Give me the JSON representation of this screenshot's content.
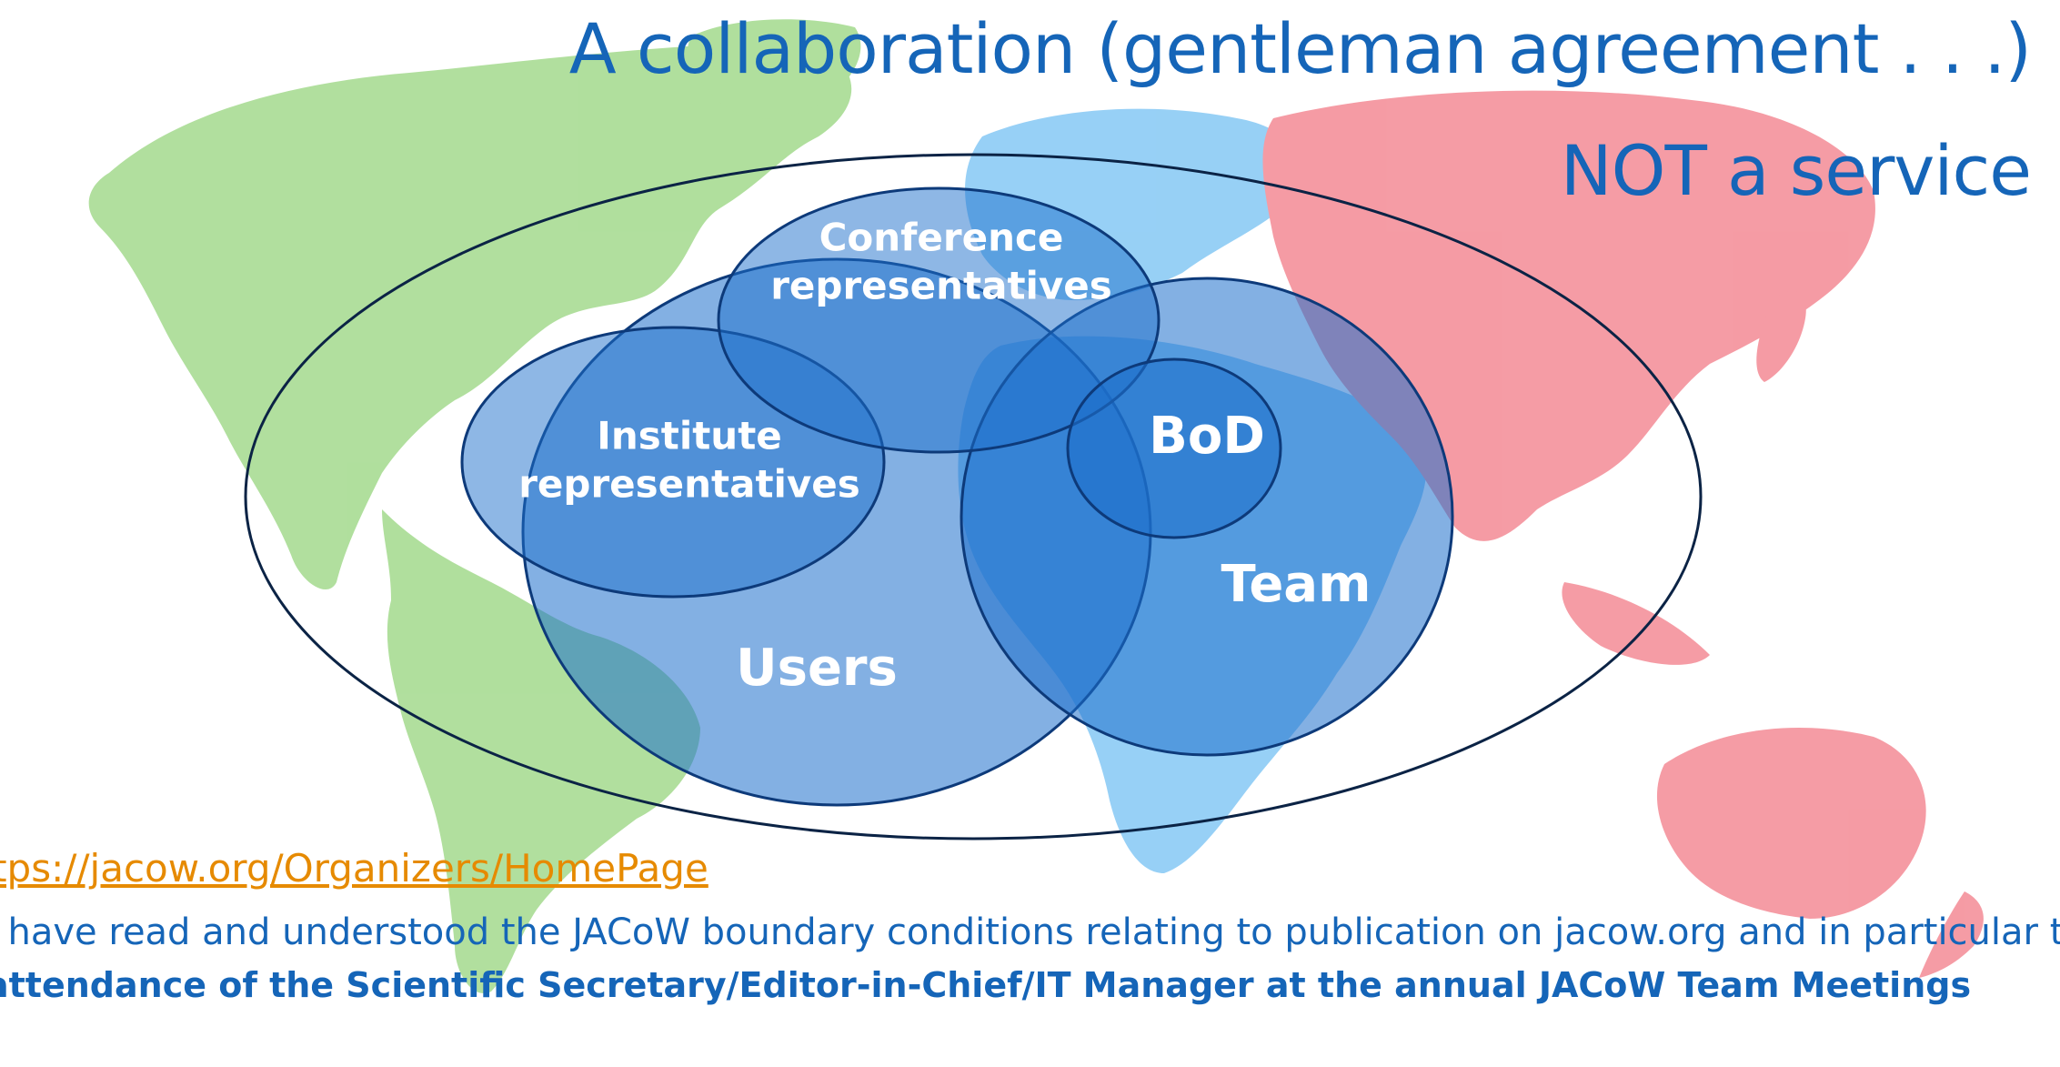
{
  "title": "A collaboration (gentleman agreement . . .)",
  "subtitle": "NOT a service",
  "diagram": {
    "groups": [
      {
        "id": "conference",
        "label": "Conference\nrepresentatives"
      },
      {
        "id": "institute",
        "label": "Institute\nrepresentatives"
      },
      {
        "id": "bod",
        "label": "BoD"
      },
      {
        "id": "team",
        "label": "Team"
      },
      {
        "id": "users",
        "label": "Users"
      }
    ]
  },
  "footer": {
    "link_text": "https://jacow.org/Organizers/HomePage",
    "line1": "I have read and understood the JACoW boundary conditions relating to publication on jacow.org and in particular the",
    "line2": "attendance of the Scientific Secretary/Editor-in-Chief/IT Manager at the annual JACoW Team Meetings"
  },
  "colors": {
    "title_text": "#1565b8",
    "link_text": "#e68a00",
    "americas": "#a8dc93",
    "europe_africa": "#8ccbf5",
    "asia_oceania": "#f4919b",
    "venn_fill": "#1e6fcc",
    "venn_stroke": "#0d3a7a",
    "outer_ellipse_stroke": "#0b2345"
  }
}
